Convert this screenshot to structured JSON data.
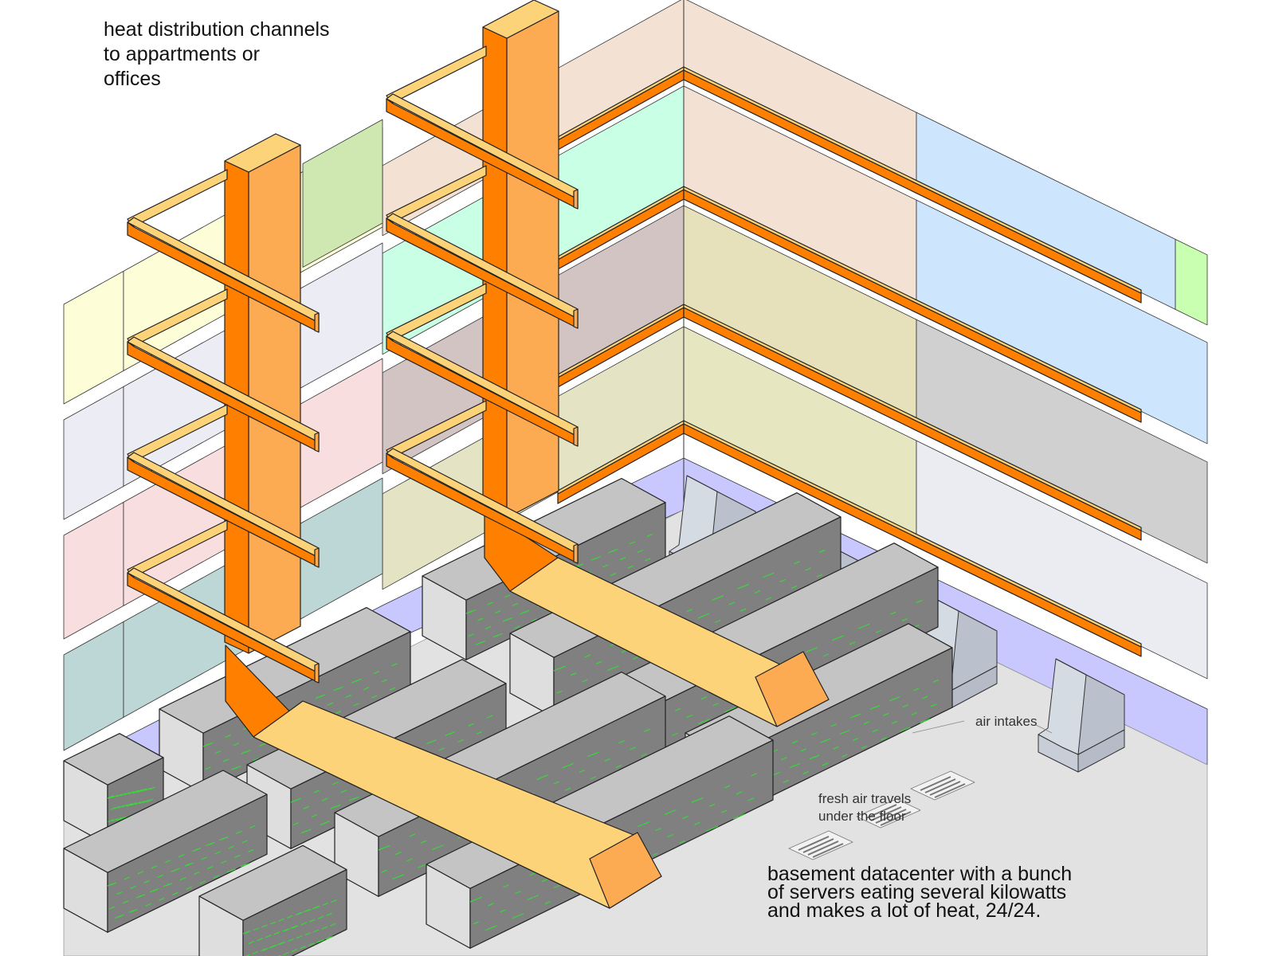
{
  "labels": {
    "channels": "heat distribution channels\nto appartments or\noffices",
    "air_intakes": "air intakes",
    "fresh_air": "fresh air travels\nunder the floor",
    "datacenter": "basement datacenter with a bunch\nof servers eating several kilowatts\nand makes a lot of heat, 24/24."
  },
  "colors": {
    "duct_front": "#ff8000",
    "duct_side": "#fdab52",
    "duct_top": "#fdd37a",
    "basement_wall": "#c8c8ff",
    "floor": "#e2e2e2",
    "server_top": "#c4c4c4",
    "server_side": "#dedede",
    "server_front": "#808080",
    "server_leds": "#38d838",
    "intake": "#d5dbe3",
    "outline": "#222222"
  },
  "floor_bands_left": [
    "#fdfdd8",
    "#ececf5",
    "#f9dedf",
    "#bdd6d6"
  ],
  "floor_bands_mid": [
    [
      "#f3e1d4",
      "#c9ffe4"
    ],
    [
      "#c9ffe4",
      "#d3c4c4"
    ],
    [
      "#d3c4c4",
      "#e4e4c4"
    ],
    [
      "#e4e4c4",
      "#e4e4c4"
    ]
  ],
  "floor_bands_right": [
    [
      "#f3e1d4",
      "#cde5fd"
    ],
    [
      "#e6e1bb",
      "#d0d0d0"
    ],
    [
      "#e6e6c0",
      "#ebebf2"
    ]
  ],
  "icons": [
    "heat-riser-duct",
    "server-rack",
    "air-intake-unit",
    "floor-grille"
  ]
}
